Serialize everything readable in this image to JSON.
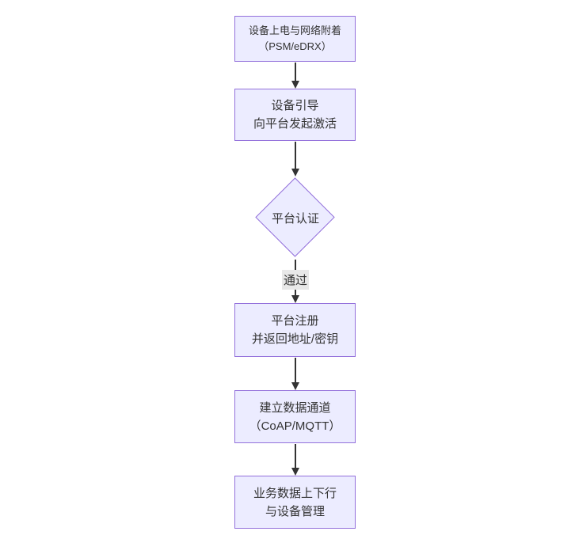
{
  "diagram": {
    "type": "flowchart",
    "direction": "top-down",
    "nodes": {
      "attach": {
        "line1": "设备上电与网络附着",
        "line2": "（PSM/eDRX）"
      },
      "bootstrap": {
        "line1": "设备引导",
        "line2": "向平台发起激活"
      },
      "auth": {
        "label": "平台认证"
      },
      "register": {
        "line1": "平台注册",
        "line2": "并返回地址/密钥"
      },
      "channel": {
        "line1": "建立数据通道",
        "line2": "（CoAP/MQTT）"
      },
      "business": {
        "line1": "业务数据上下行",
        "line2": "与设备管理"
      }
    },
    "edge_labels": {
      "auth_to_register": "通过"
    },
    "colors": {
      "background": "#ffffff",
      "node_fill": "#ECECFF",
      "node_border": "#9370DB",
      "arrow": "#333333",
      "edge_label_bg": "#e8e8e8",
      "text": "#333333"
    }
  }
}
